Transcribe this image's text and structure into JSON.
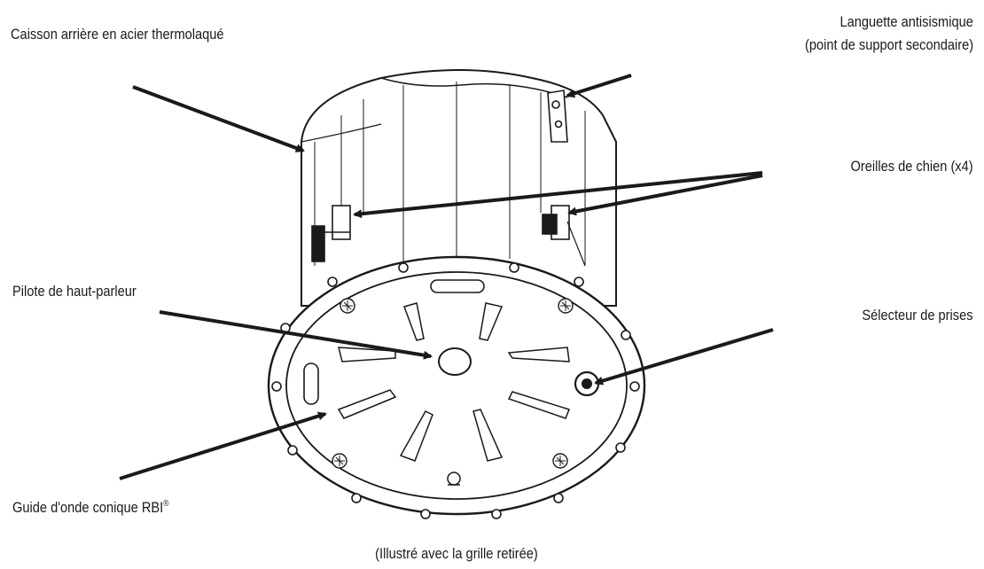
{
  "labels": {
    "back_can": "Caisson arrière en acier thermolaqué",
    "seismic_tab_line1": "Languette antisismique",
    "seismic_tab_line2": "(point de support secondaire)",
    "dog_ears": "Oreilles de chien (x4)",
    "driver": "Pilote de haut-parleur",
    "tap_selector": "Sélecteur de prises",
    "waveguide": "Guide d'onde conique RBI",
    "waveguide_mark": "®",
    "caption": "(Illustré avec la grille retirée)"
  },
  "colors": {
    "ink": "#1a1a1a",
    "background": "#ffffff"
  }
}
